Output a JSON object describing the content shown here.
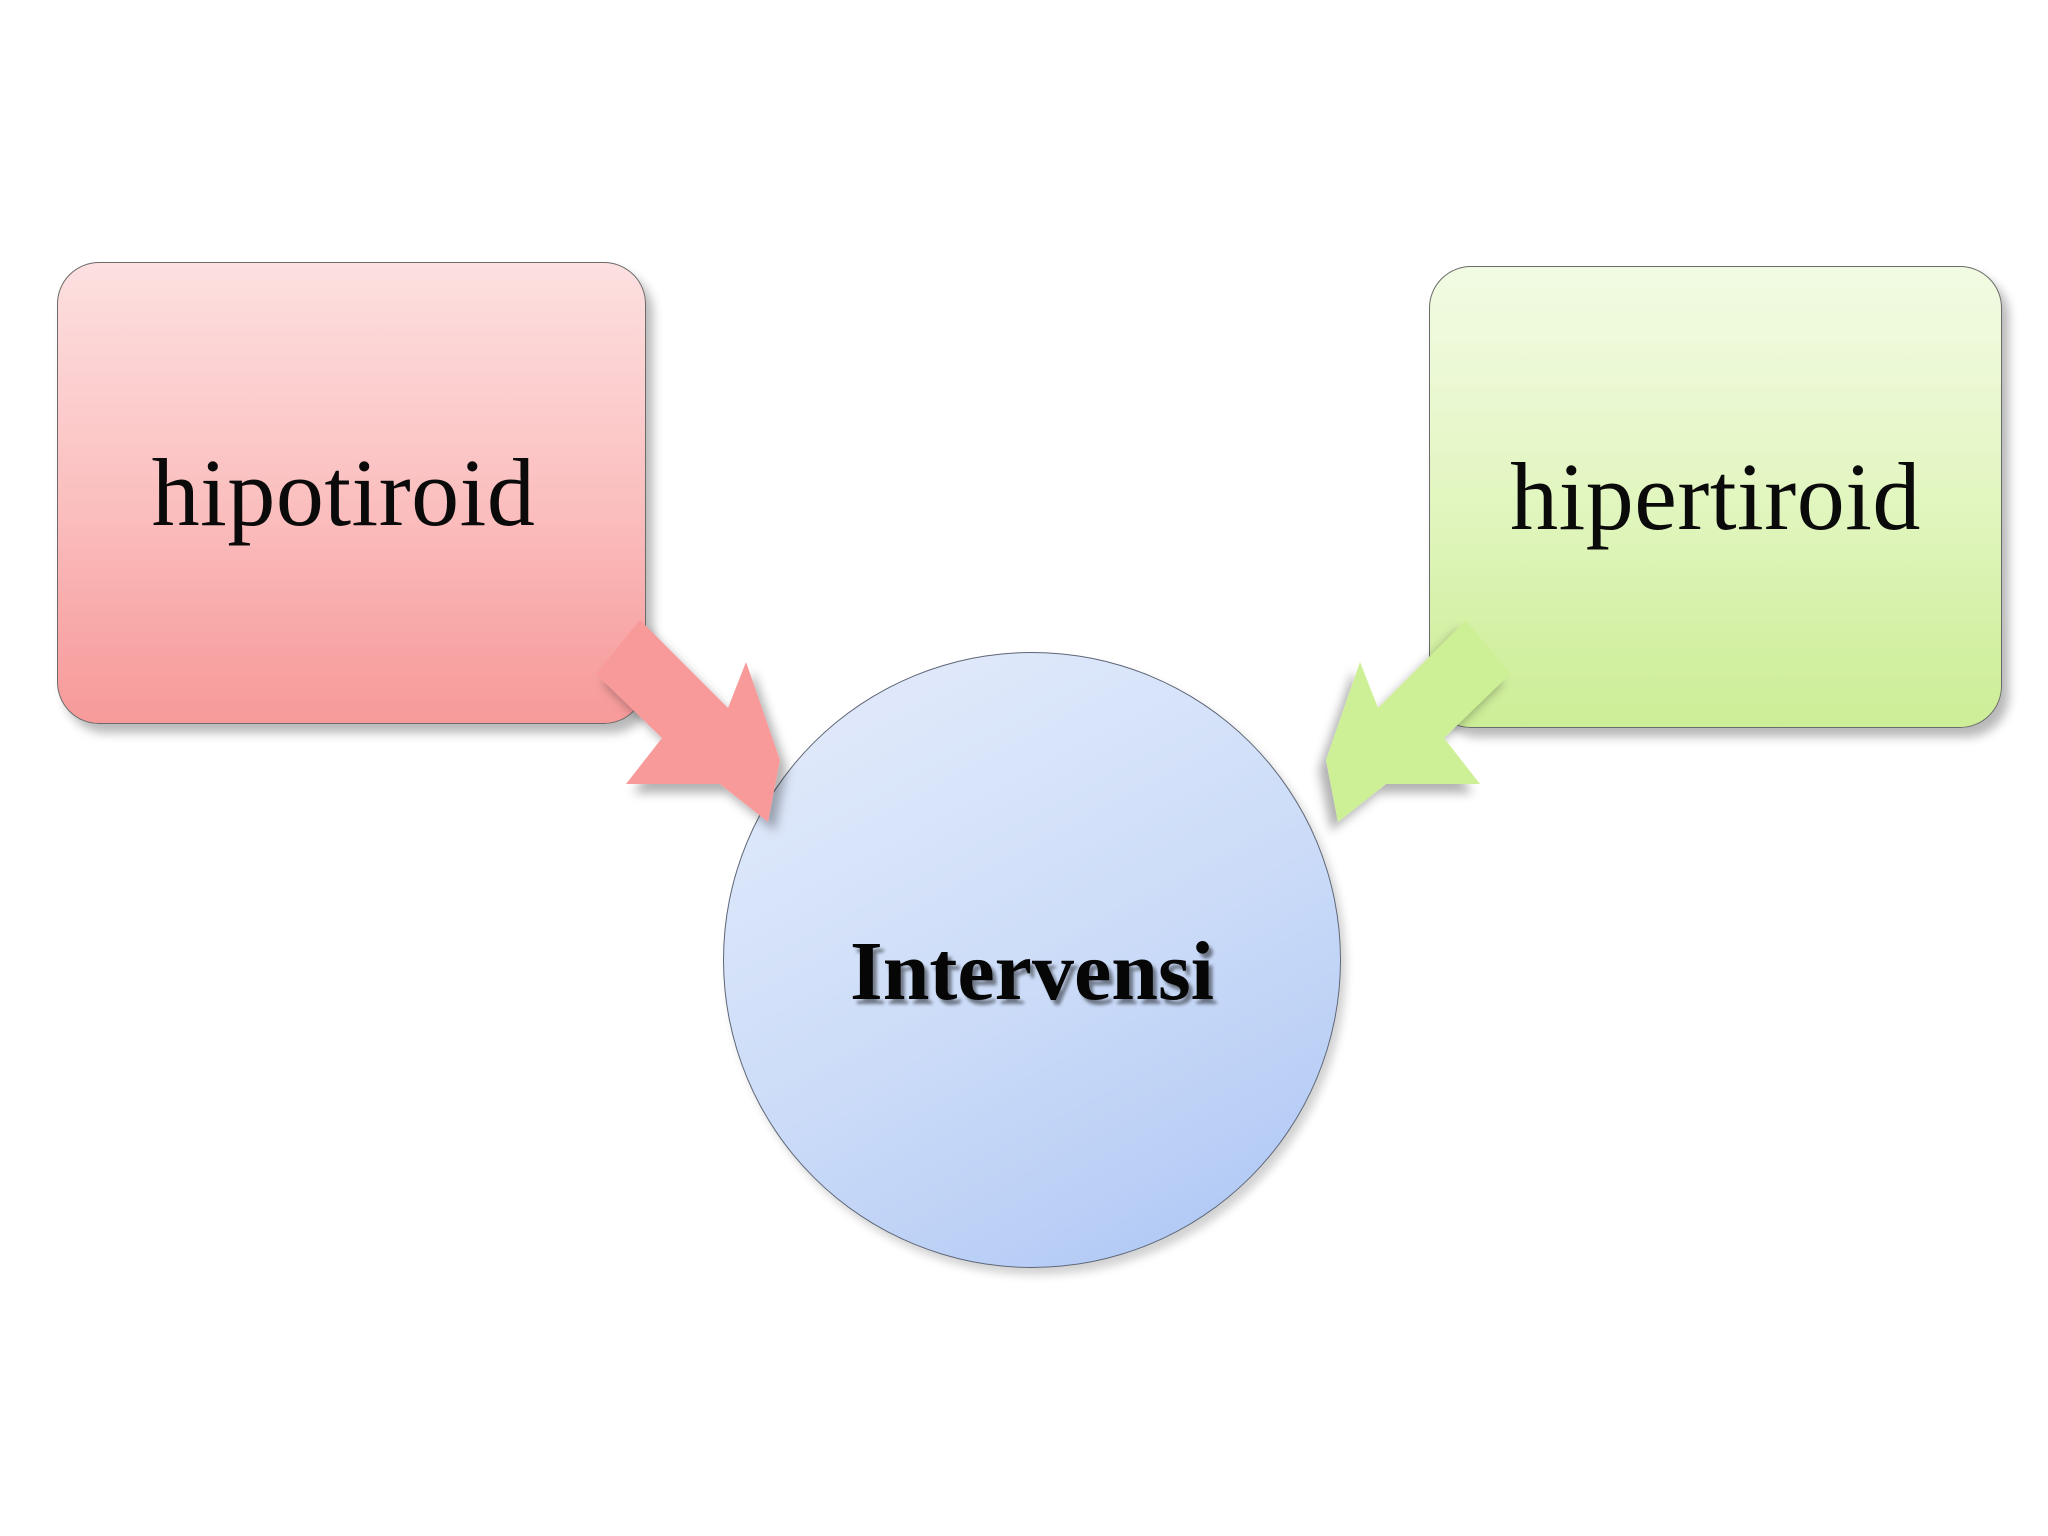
{
  "slide": {
    "background_color": "#ffffff",
    "title": "",
    "type": "concept-diagram"
  },
  "diagram": {
    "nodes": [
      {
        "id": "hipotiroid",
        "label": "hipotiroid",
        "shape": "rounded-rectangle",
        "fill_top": "#fde0e0",
        "fill_bottom": "#f79a9a",
        "border_color": "#6b6b6b",
        "text_color": "#0a0a0a"
      },
      {
        "id": "intervensi",
        "label": "Intervensi",
        "shape": "circle",
        "fill_top": "#e4ecfb",
        "fill_bottom": "#a9c4f4",
        "border_color": "#5e6676",
        "text_color": "#060606"
      },
      {
        "id": "hipertiroid",
        "label": "hipertiroid",
        "shape": "rounded-rectangle",
        "fill_top": "#f1fbe2",
        "fill_bottom": "#cdee98",
        "border_color": "#6b6b6b",
        "text_color": "#0a0a0a"
      }
    ],
    "connectors": [
      {
        "id": "hipotiroid-to-intervensi",
        "icon": "bent-arrow-down-right-icon",
        "from": "hipotiroid",
        "to": "intervensi",
        "color": "#f89a9a",
        "direction": "down-right"
      },
      {
        "id": "hipertiroid-to-intervensi",
        "icon": "bent-arrow-down-left-icon",
        "from": "hipertiroid",
        "to": "intervensi",
        "color": "#cdef95",
        "direction": "down-left"
      }
    ]
  }
}
